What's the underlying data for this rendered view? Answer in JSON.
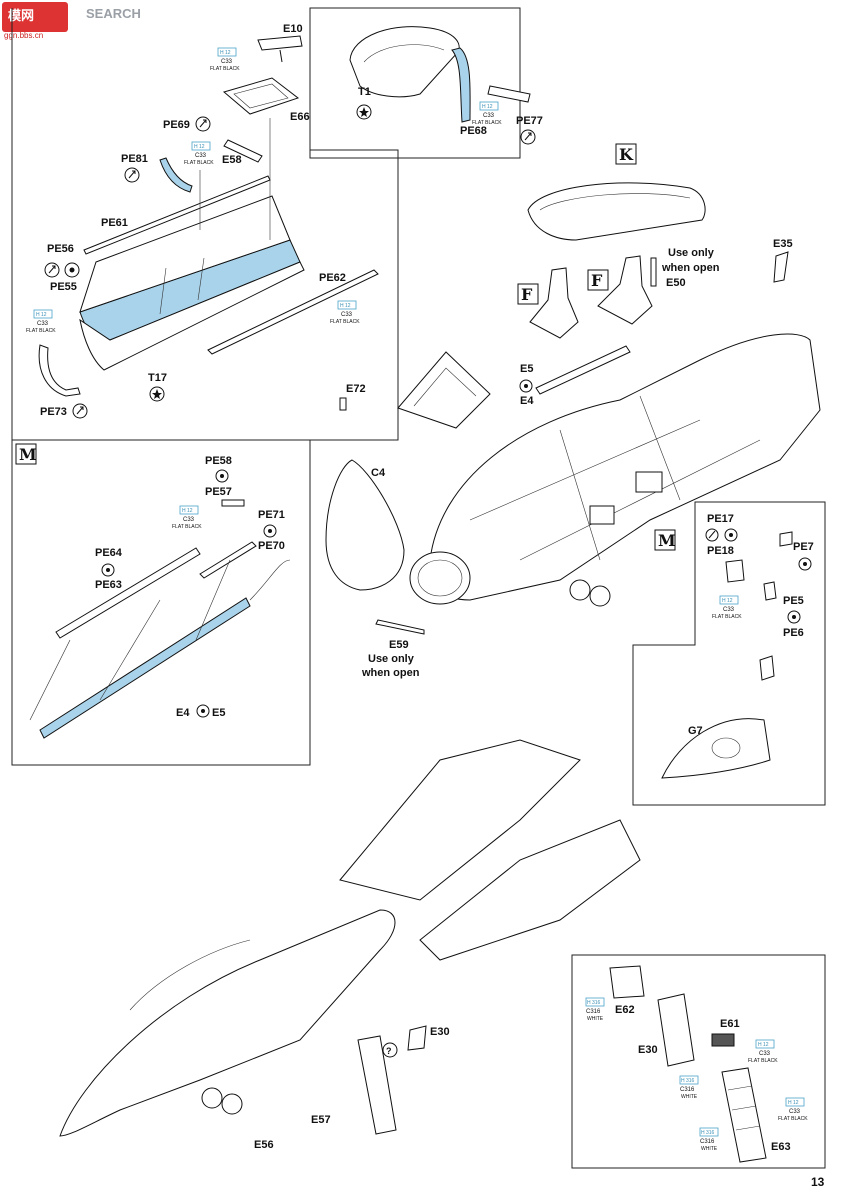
{
  "watermark": {
    "text": "SEARCH",
    "site": "ggn.bbs.cn"
  },
  "page_number": "13",
  "paint": {
    "h12": "H 12",
    "c33": "C33",
    "flat_black": "FLAT BLACK",
    "h316": "H 316",
    "c316": "C316",
    "white": "WHITE"
  },
  "sections": {
    "k": "K",
    "f": "F",
    "m": "M"
  },
  "labels": {
    "e10": "E10",
    "e66": "E66",
    "pe69": "PE69",
    "pe81": "PE81",
    "e58": "E58",
    "pe61": "PE61",
    "pe56": "PE56",
    "pe55": "PE55",
    "pe62": "PE62",
    "pe73": "PE73",
    "t17": "T17",
    "t1": "T1",
    "pe68": "PE68",
    "pe77": "PE77",
    "e35": "E35",
    "e50": "E50",
    "e5": "E5",
    "e4": "E4",
    "e72": "E72",
    "c4": "C4",
    "e59": "E59",
    "pe58": "PE58",
    "pe57": "PE57",
    "pe71": "PE71",
    "pe70": "PE70",
    "pe64": "PE64",
    "pe63": "PE63",
    "e4b": "E4",
    "e5b": "E5",
    "pe17": "PE17",
    "pe18": "PE18",
    "pe7": "PE7",
    "pe5": "PE5",
    "pe6": "PE6",
    "g7": "G7",
    "e30": "E30",
    "e57": "E57",
    "e56": "E56",
    "e62": "E62",
    "e61": "E61",
    "e30b": "E30",
    "e63": "E63"
  },
  "notes": {
    "use_only": "Use only",
    "when_open": "when open"
  }
}
